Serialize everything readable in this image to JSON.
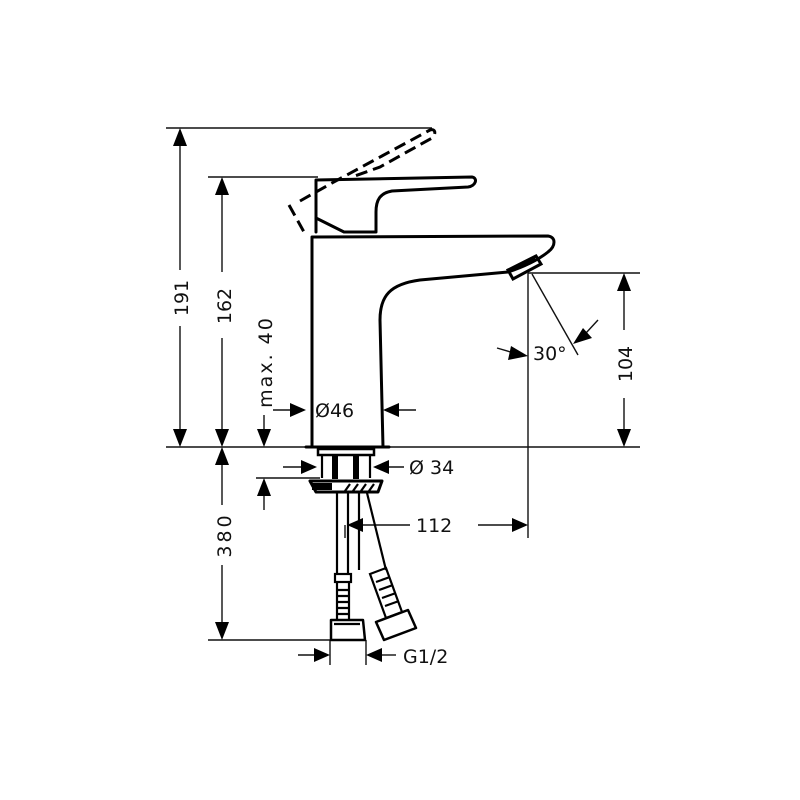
{
  "drawing": {
    "subject": "single-lever basin faucet dimensional drawing",
    "units": "mm",
    "background": "#ffffff",
    "line_color": "#000000"
  },
  "dimensions": {
    "total_height_lever_open": "191",
    "height_to_top_of_lever": "162",
    "max_counter_thickness": "max. 40",
    "body_diameter": "Ø46",
    "shank_diameter": "Ø 34",
    "spout_height": "104",
    "spray_angle": "30°",
    "supply_hose_length": "380",
    "spout_reach": "112",
    "connection_thread": "G1/2"
  }
}
